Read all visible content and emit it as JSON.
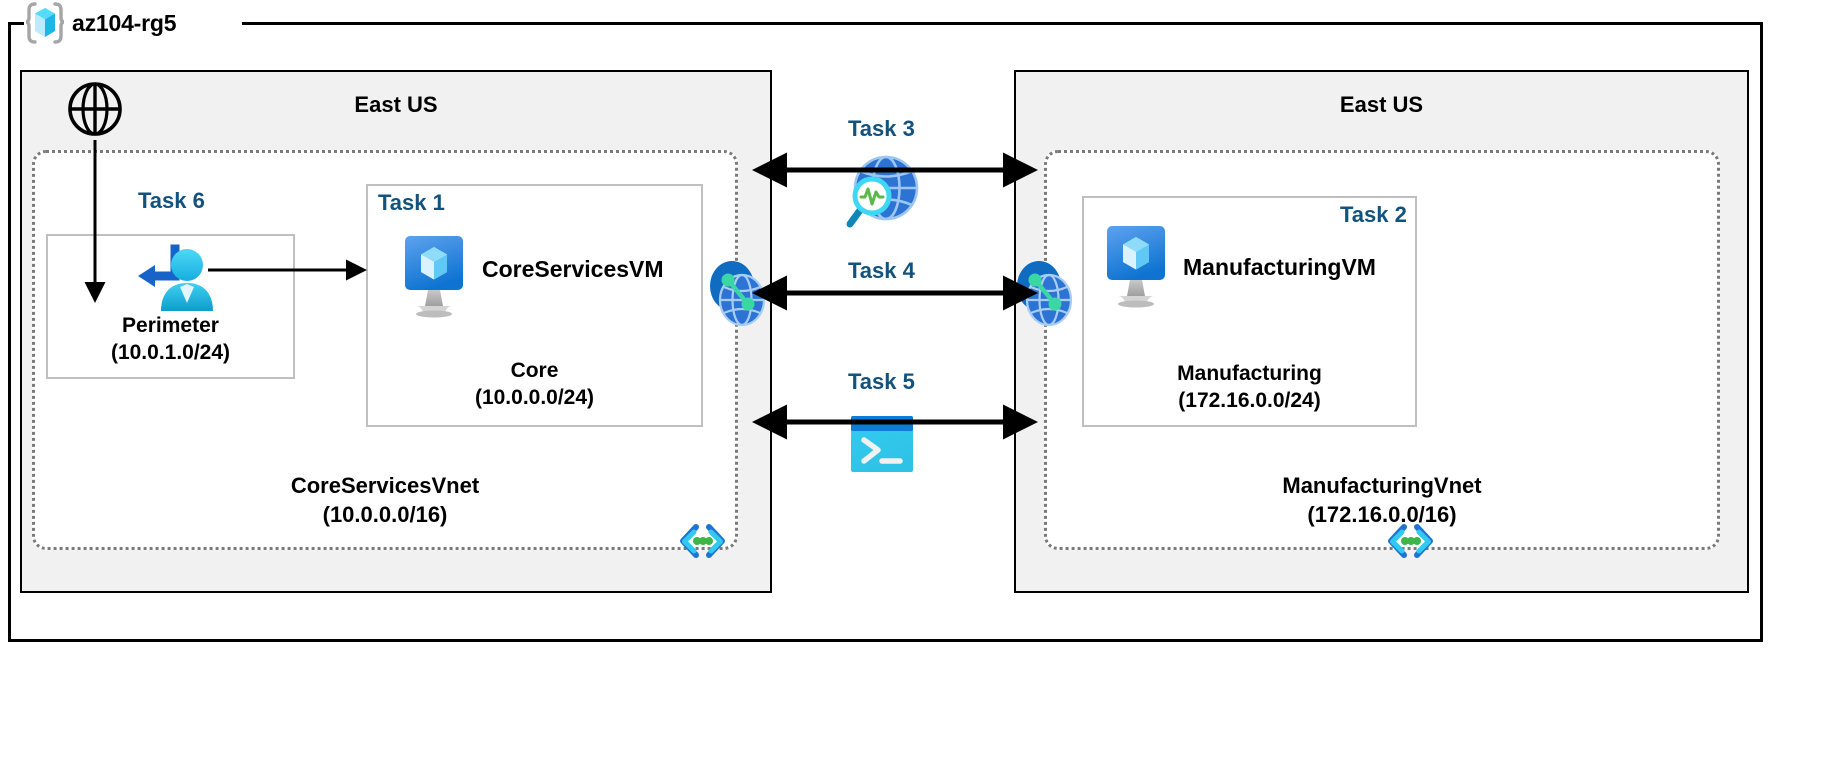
{
  "resource_group": {
    "name": "az104-rg5",
    "icon": "resource-group-cube-icon"
  },
  "regions": [
    {
      "id": "left",
      "title": "East US"
    },
    {
      "id": "right",
      "title": "East US"
    }
  ],
  "vnets": [
    {
      "id": "core",
      "name": "CoreServicesVnet",
      "cidr": "(10.0.0.0/16)",
      "subnet_icon": "subnet-brackets-icon"
    },
    {
      "id": "manufacturing",
      "name": "ManufacturingVnet",
      "cidr": "(172.16.0.0/16)",
      "subnet_icon": "subnet-brackets-icon"
    }
  ],
  "subnets": [
    {
      "id": "perimeter",
      "task": "Task 6",
      "name": "Perimeter",
      "cidr": "(10.0.1.0/24)",
      "icon": "bastion-user-icon"
    },
    {
      "id": "core",
      "task": "Task 1",
      "name": "Core",
      "cidr": "(10.0.0.0/24)",
      "vm_label": "CoreServicesVM",
      "icon": "virtual-machine-icon"
    },
    {
      "id": "manufacturing",
      "task": "Task 2",
      "name": "Manufacturing",
      "cidr": "(172.16.0.0/24)",
      "vm_label": "ManufacturingVM",
      "icon": "virtual-machine-icon"
    }
  ],
  "center_tasks": [
    {
      "id": "task3",
      "label": "Task 3",
      "icon": "network-watcher-icon"
    },
    {
      "id": "task4",
      "label": "Task 4",
      "icon": "vnet-peering-icon"
    },
    {
      "id": "task5",
      "label": "Task 5",
      "icon": "cloud-shell-icon"
    }
  ],
  "peering_endpoints": [
    {
      "id": "peering-left",
      "icon": "vnet-peering-icon"
    },
    {
      "id": "peering-right",
      "icon": "vnet-peering-icon"
    }
  ],
  "internet": {
    "icon": "internet-globe-icon"
  },
  "colors": {
    "task_label": "#12527d",
    "region_fill": "#f1f1f1",
    "region_border": "#000000",
    "vnet_border": "#7a7a7a",
    "subnet_border": "#bfbfbf",
    "azure_blue": "#0078d4",
    "azure_cyan": "#32c8f0",
    "peering_green": "#3ad7a4",
    "connector": "#000000"
  }
}
